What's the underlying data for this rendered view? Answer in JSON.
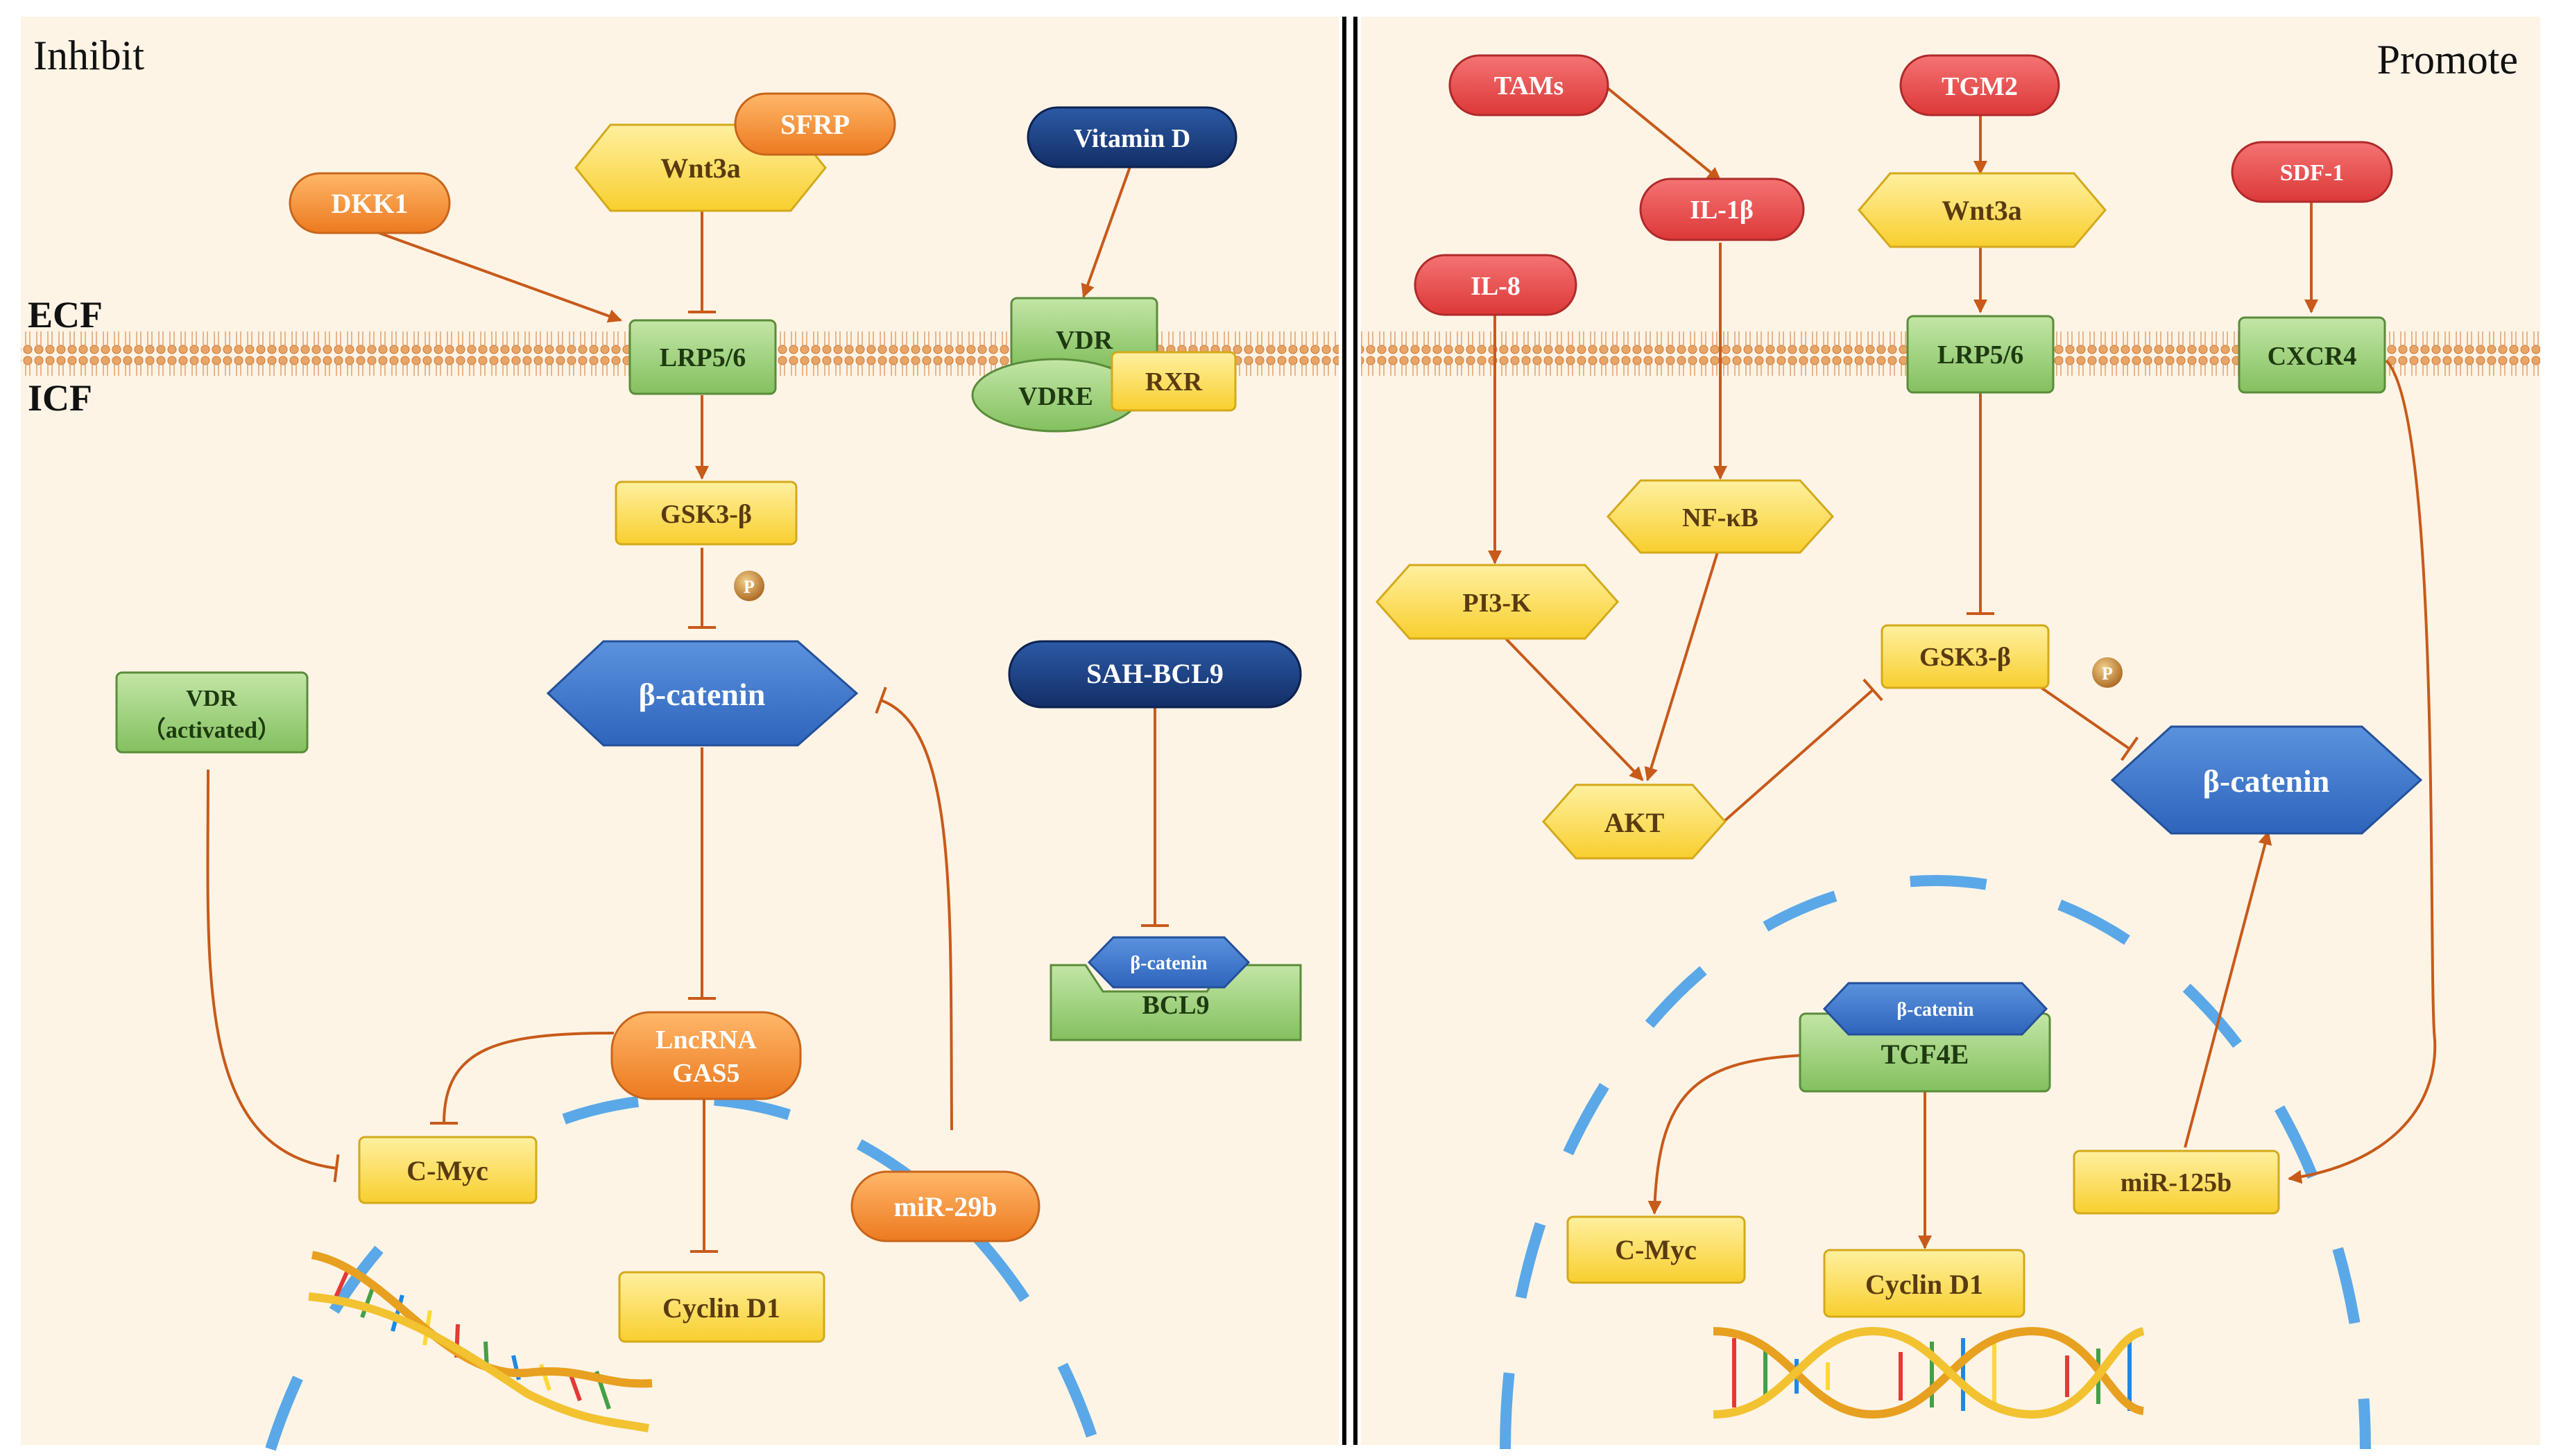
{
  "labels": {
    "inhibit": "Inhibit",
    "promote": "Promote",
    "ecf": "ECF",
    "icf": "ICF",
    "phospho": "P"
  },
  "left": {
    "sfrp": "SFRP",
    "wnt3a": "Wnt3a",
    "dkk1": "DKK1",
    "vitamin_d": "Vitamin D",
    "lrp56": "LRP5/6",
    "vdr": "VDR",
    "vdre": "VDRE",
    "rxr": "RXR",
    "gsk3b": "GSK3-β",
    "beta_catenin": "β-catenin",
    "sah_bcl9": "SAH-BCL9",
    "vdr_activated_1": "VDR",
    "vdr_activated_2": "（activated）",
    "bcl9_catenin": "β-catenin",
    "bcl9": "BCL9",
    "lncrna_1": "LncRNA",
    "lncrna_2": "GAS5",
    "cmyc": "C-Myc",
    "mir29b": "miR-29b",
    "cyclin_d1": "Cyclin D1"
  },
  "right": {
    "tams": "TAMs",
    "tgm2": "TGM2",
    "il1b": "IL-1β",
    "wnt3a": "Wnt3a",
    "sdf1": "SDF-1",
    "il8": "IL-8",
    "lrp56": "LRP5/6",
    "cxcr4": "CXCR4",
    "nfkb": "NF-κB",
    "pi3k": "PI3-K",
    "gsk3b": "GSK3-β",
    "beta_catenin": "β-catenin",
    "akt": "AKT",
    "tcf_catenin": "β-catenin",
    "tcf4e": "TCF4E",
    "cmyc": "C-Myc",
    "mir125b": "miR-125b",
    "cyclin_d1": "Cyclin D1"
  },
  "colors": {
    "background": "#fdf4e6",
    "orange": "#f28a2c",
    "red": "#e94b4b",
    "navy": "#1c3f82",
    "green": "#9fd27e",
    "yellow": "#fbd844",
    "blue": "#3d78cc",
    "arrow": "#c85a1a",
    "nucleus": "#5aa8e8",
    "membrane": "#e9b07c"
  }
}
